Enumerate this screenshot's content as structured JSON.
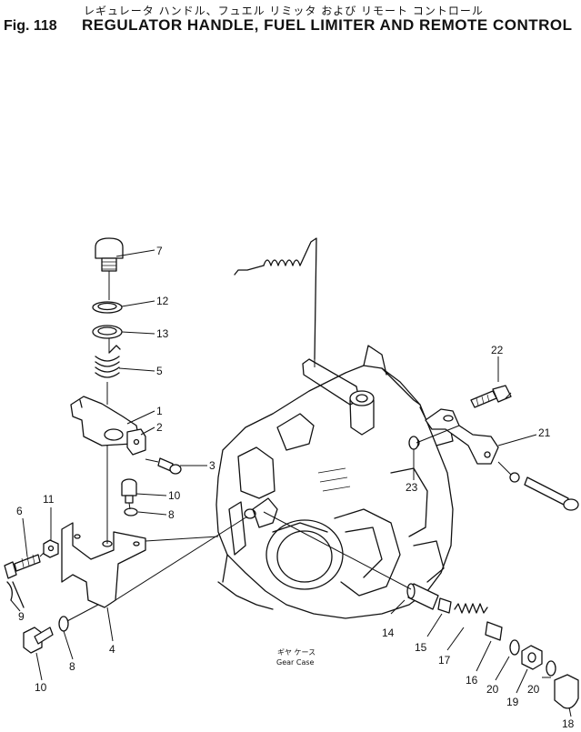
{
  "figure": {
    "number": "Fig. 118",
    "title_jp": "レギュレータ ハンドル、フュエル リミッタ および リモート コントロール",
    "title_en": "REGULATOR HANDLE, FUEL LIMITER AND REMOTE CONTROL"
  },
  "gear_case_label": {
    "jp": "ギヤ ケース",
    "en": "Gear Case"
  },
  "callouts": {
    "c1": "1",
    "c2": "2",
    "c3": "3",
    "c4": "4",
    "c5": "5",
    "c6": "6",
    "c7": "7",
    "c8a": "8",
    "c8b": "8",
    "c9": "9",
    "c10a": "10",
    "c10b": "10",
    "c11": "11",
    "c12": "12",
    "c13": "13",
    "c14": "14",
    "c15": "15",
    "c16": "16",
    "c17": "17",
    "c18": "18",
    "c19": "19",
    "c20a": "20",
    "c20b": "20",
    "c21": "21",
    "c22": "22",
    "c23": "23"
  }
}
